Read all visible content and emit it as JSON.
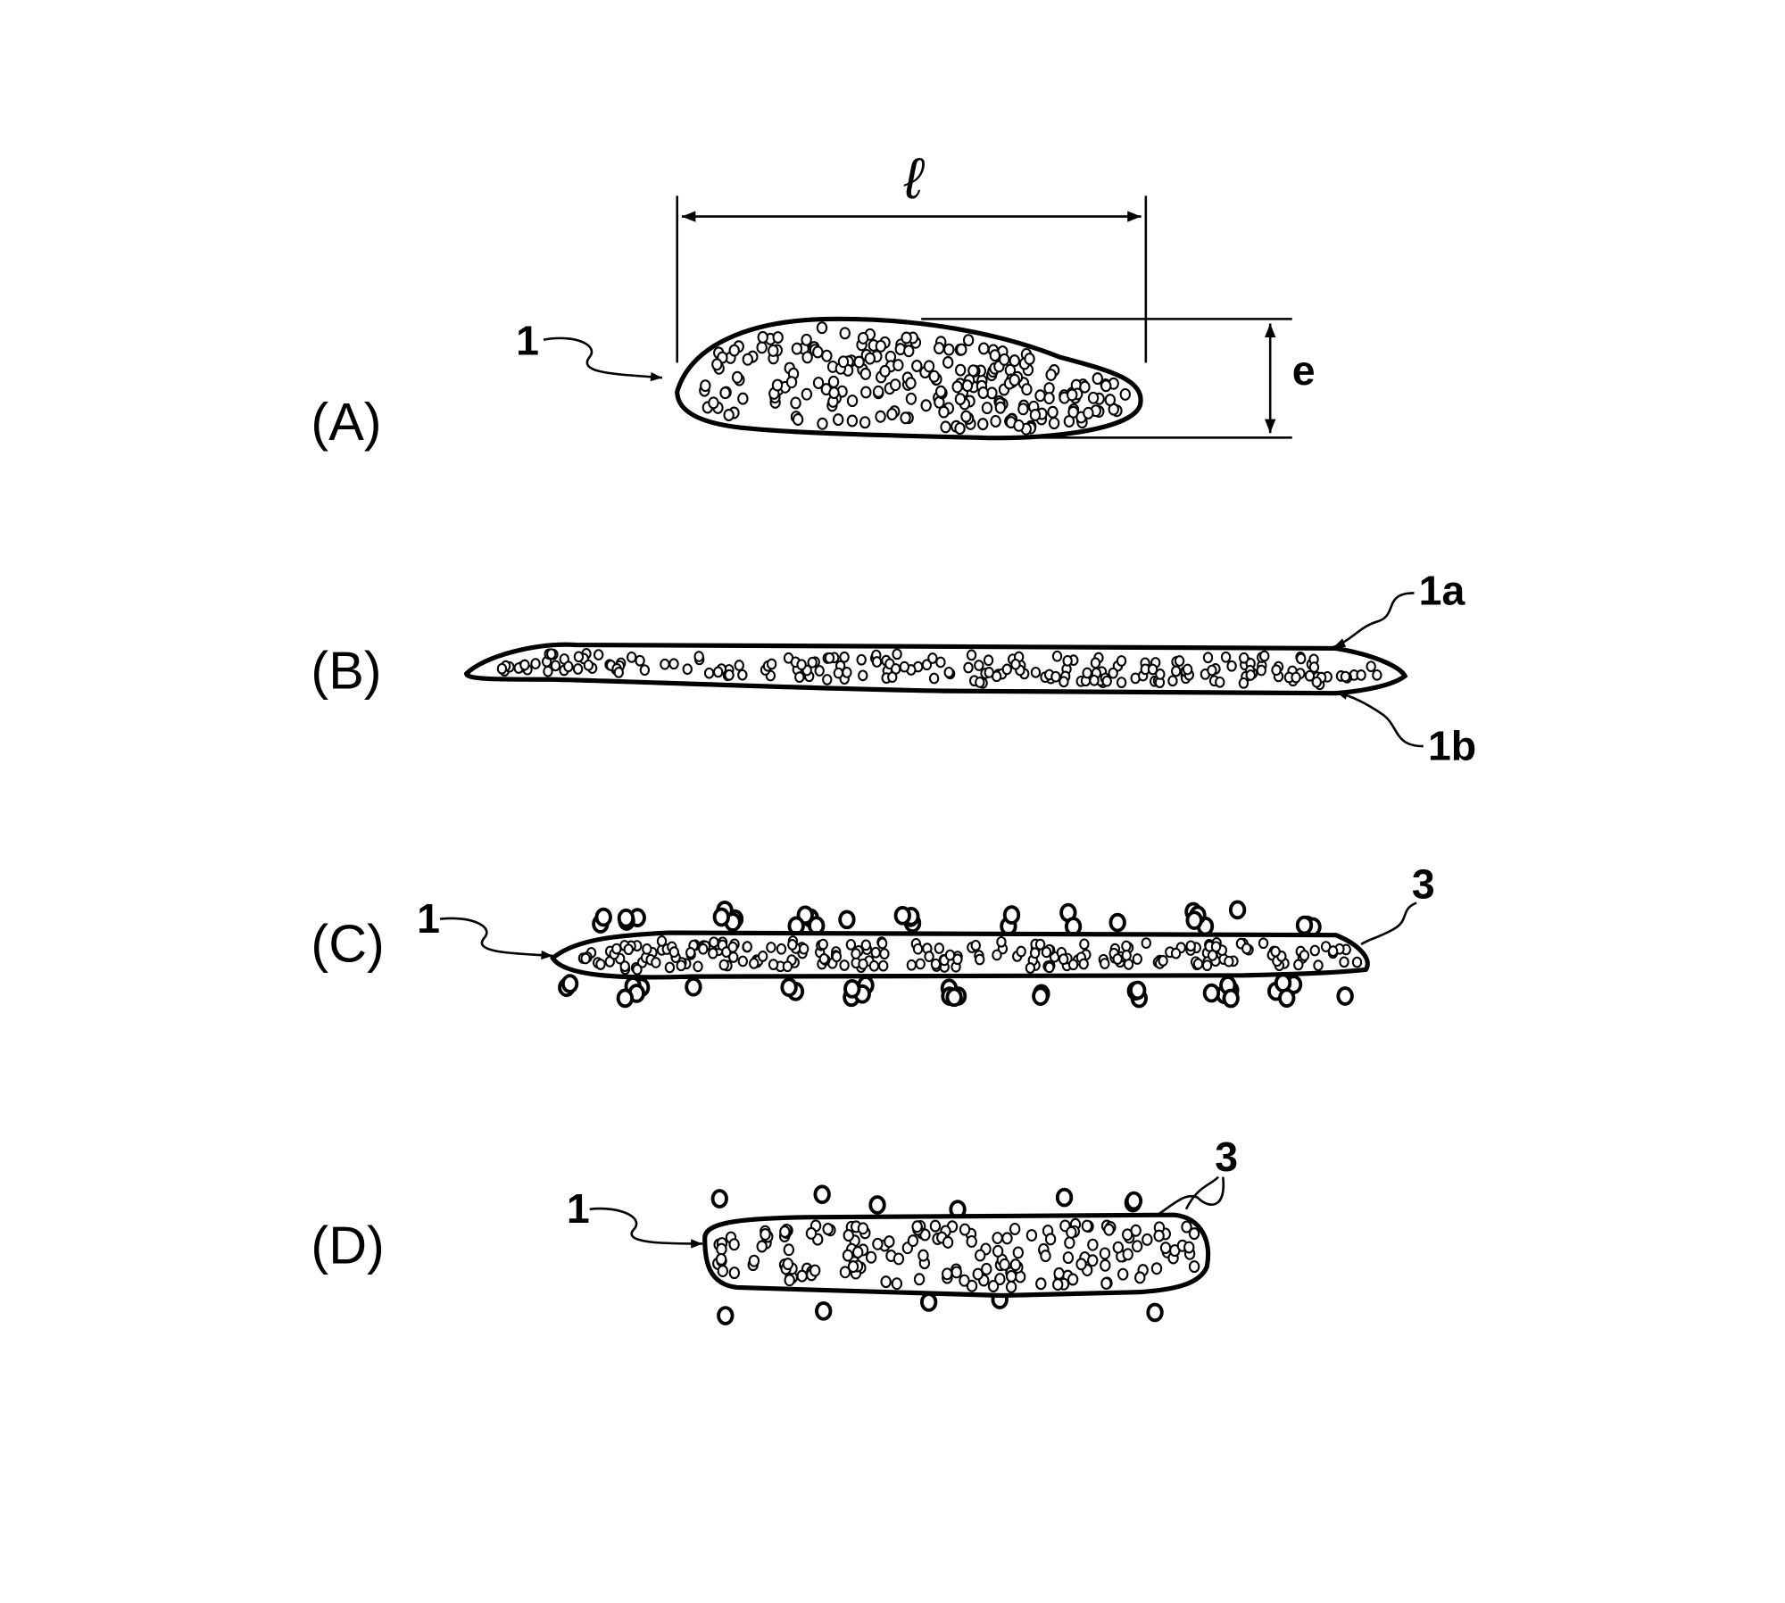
{
  "panels": [
    {
      "id": "A",
      "label": "(A)",
      "refs": [
        "1"
      ],
      "dims": {
        "length": "ℓ",
        "thickness": "e"
      }
    },
    {
      "id": "B",
      "label": "(B)",
      "refs": [
        "1a",
        "1b"
      ]
    },
    {
      "id": "C",
      "label": "(C)",
      "refs": [
        "1",
        "3"
      ]
    },
    {
      "id": "D",
      "label": "(D)",
      "refs": [
        "1",
        "3"
      ]
    }
  ],
  "colors": {
    "line": "#000000",
    "background": "#ffffff"
  }
}
